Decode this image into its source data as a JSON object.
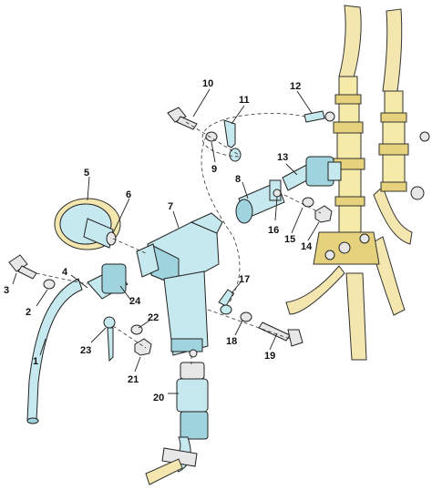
{
  "diagram": {
    "colors": {
      "hose": "#f6eaa9",
      "part_highlight": "#c6e9ef",
      "hardware": "#e7e7e7",
      "outline": "#222222"
    },
    "callouts": [
      "1",
      "2",
      "3",
      "4",
      "5",
      "6",
      "7",
      "8",
      "9",
      "10",
      "11",
      "12",
      "13",
      "14",
      "15",
      "16",
      "17",
      "18",
      "19",
      "20",
      "21",
      "22",
      "23",
      "24"
    ]
  }
}
